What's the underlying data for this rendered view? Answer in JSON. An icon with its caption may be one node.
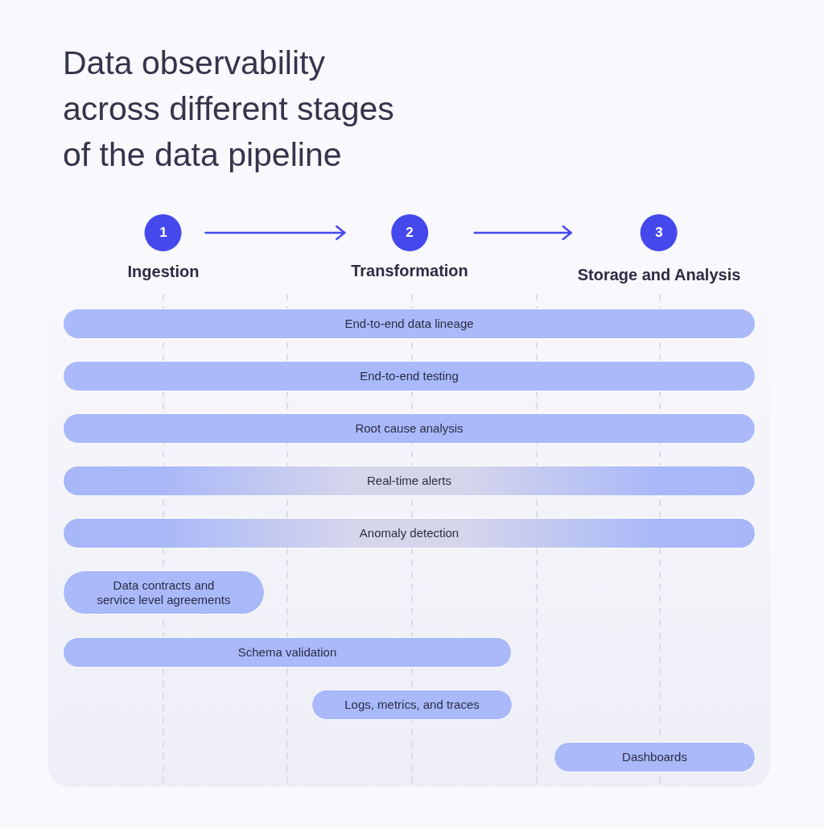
{
  "diagram": {
    "title": "Data observability across different stages of the data pipeline",
    "nodes": [
      {
        "text": [
          "1",
          "Ingestion"
        ]
      },
      {
        "text": [
          "2",
          "Transformation"
        ]
      },
      {
        "text": [
          "3",
          "Storage and Analysis"
        ]
      },
      {
        "text": [
          "End-to-end data lineage"
        ]
      },
      {
        "text": [
          "End-to-end testing"
        ]
      },
      {
        "text": [
          "Root cause analysis"
        ]
      },
      {
        "text": [
          "Real-time alerts"
        ]
      },
      {
        "text": [
          "Anomaly detection"
        ]
      },
      {
        "text": [
          "Data contracts and service level agreements"
        ]
      },
      {
        "text": [
          "Schema validation"
        ]
      },
      {
        "text": [
          "Logs, metrics, and traces"
        ]
      },
      {
        "text": [
          "Dashboards"
        ]
      }
    ],
    "edges": [
      {
        "from": 0,
        "to": 1,
        "arrow": "to"
      },
      {
        "from": 1,
        "to": 2,
        "arrow": "to"
      }
    ]
  }
}
